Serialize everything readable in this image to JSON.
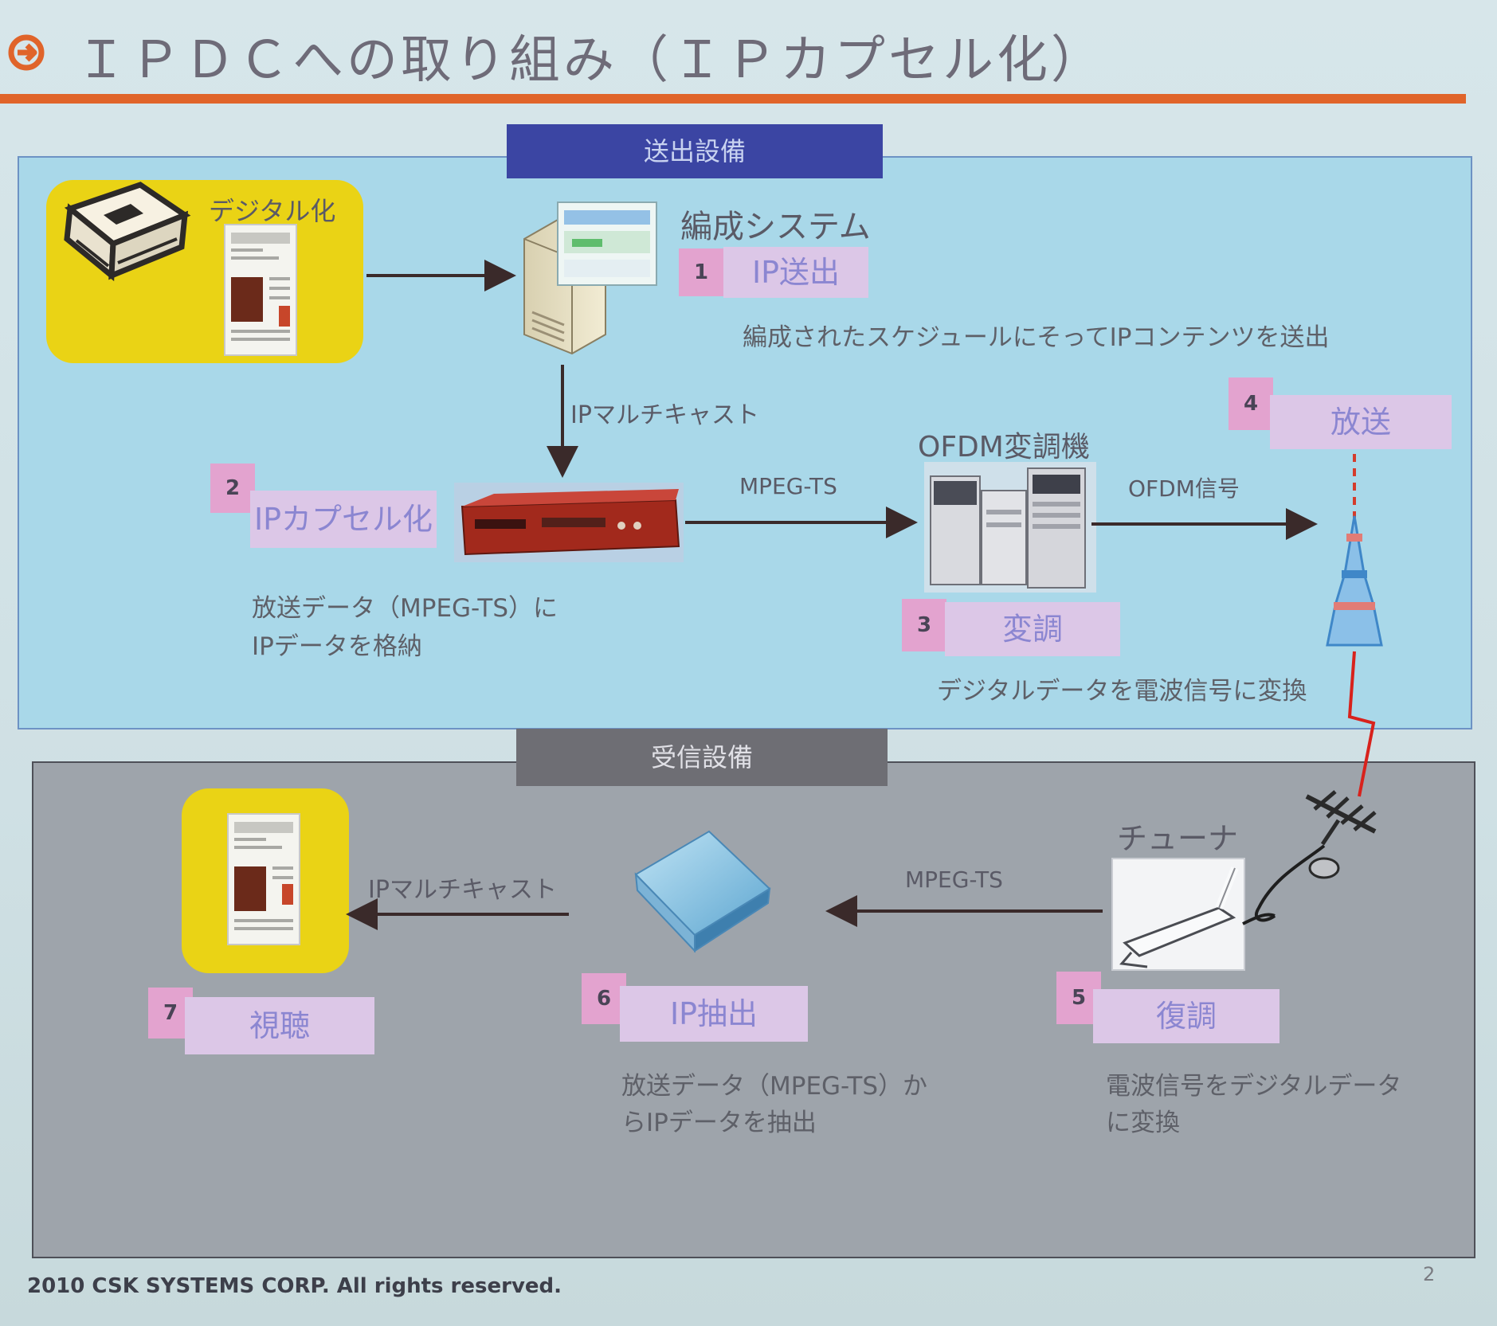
{
  "title": "ＩＰＤＣへの取り組み（ＩＰカプセル化）",
  "transmit": {
    "header": "送出設備"
  },
  "receive": {
    "header": "受信設備"
  },
  "digital_label": "デジタル化",
  "scheduling_system": "編成システム",
  "ofdm_modulator": "OFDM変調機",
  "tuner": "チューナ",
  "flows": {
    "ip_multicast_tx": "IPマルチキャスト",
    "mpeg_ts_tx": "MPEG-TS",
    "ofdm_signal": "OFDM信号",
    "mpeg_ts_rx": "MPEG-TS",
    "ip_multicast_rx": "IPマルチキャスト"
  },
  "steps": [
    {
      "num": "1",
      "label": "IP送出",
      "desc": [
        "編成されたスケジュールにそってIPコンテンツを送出"
      ]
    },
    {
      "num": "2",
      "label": "IPカプセル化",
      "desc": [
        "放送データ（MPEG-TS）に",
        "IPデータを格納"
      ]
    },
    {
      "num": "3",
      "label": "変調",
      "desc": [
        "デジタルデータを電波信号に変換"
      ]
    },
    {
      "num": "4",
      "label": "放送",
      "desc": []
    },
    {
      "num": "5",
      "label": "復調",
      "desc": [
        "電波信号をデジタルデータ",
        "に変換"
      ]
    },
    {
      "num": "6",
      "label": "IP抽出",
      "desc": [
        "放送データ（MPEG-TS）か",
        "らIPデータを抽出"
      ]
    },
    {
      "num": "7",
      "label": "視聴",
      "desc": []
    }
  ],
  "footer": "2010 CSK SYSTEMS CORP. All rights reserved.",
  "page_number": "2",
  "colors": {
    "title_rule": "#e0642a",
    "tx_header": "#3b45a3",
    "rx_header": "#6e6e74",
    "highlight": "#ead315"
  }
}
